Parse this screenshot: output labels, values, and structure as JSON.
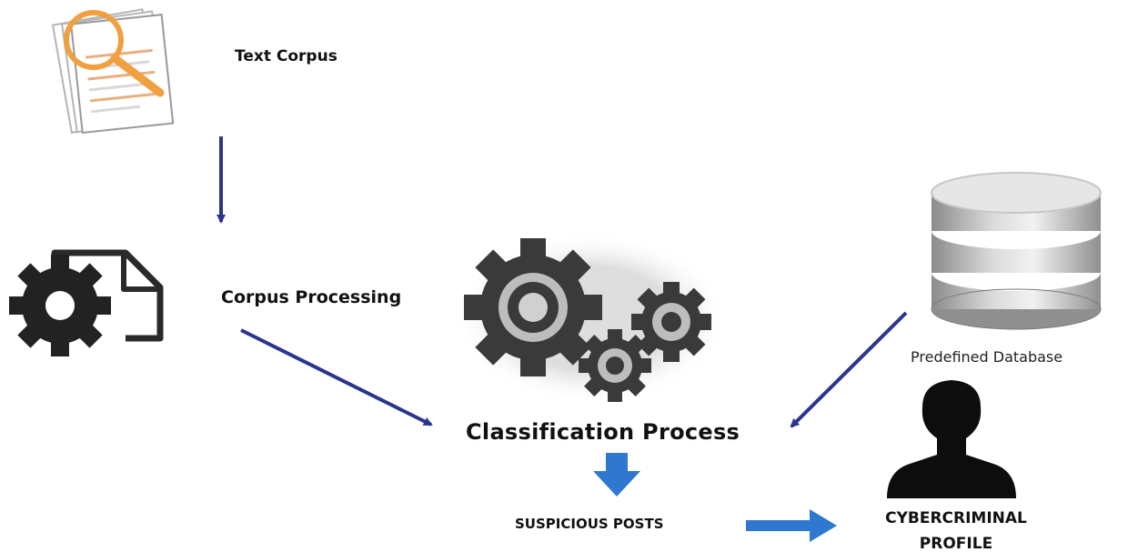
{
  "diagram": {
    "nodes": {
      "text_corpus": {
        "label": "Text Corpus"
      },
      "corpus_processing": {
        "label": "Corpus Processing"
      },
      "classification_process": {
        "label": "Classification Process"
      },
      "predefined_database": {
        "label": "Predefined Database"
      },
      "suspicious_posts": {
        "label": "SUSPICIOUS POSTS"
      },
      "cybercriminal_profile": {
        "label_line1": "CYBERCRIMINAL",
        "label_line2": "PROFILE"
      }
    },
    "edges": [
      {
        "from": "text_corpus",
        "to": "corpus_processing"
      },
      {
        "from": "corpus_processing",
        "to": "classification_process"
      },
      {
        "from": "predefined_database",
        "to": "classification_process"
      },
      {
        "from": "classification_process",
        "to": "suspicious_posts"
      },
      {
        "from": "suspicious_posts",
        "to": "cybercriminal_profile"
      }
    ],
    "icons": [
      "documents-magnifier-icon",
      "gear-document-icon",
      "gears-icon",
      "database-icon",
      "person-silhouette-icon"
    ],
    "colors": {
      "arrow_dark": "#2b3590",
      "arrow_light": "#2f78d0",
      "magnifier": "#f0a040",
      "gear": "#2a2a2a",
      "database": "#a8a8a8"
    }
  }
}
